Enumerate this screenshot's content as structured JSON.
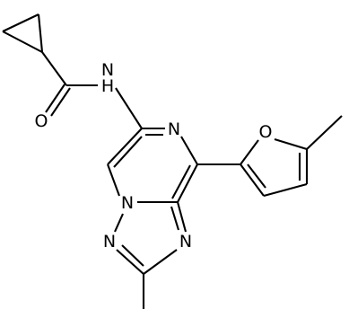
{
  "atoms": {
    "amide_oxygen": "O",
    "amide_nitrogen": "N",
    "amide_hydrogen": "H",
    "pyrazine_nitrogen": "N",
    "bridgehead_nitrogen": "N",
    "triazole_nitrogen_1": "N",
    "triazole_nitrogen_2": "N",
    "furan_oxygen": "O"
  }
}
